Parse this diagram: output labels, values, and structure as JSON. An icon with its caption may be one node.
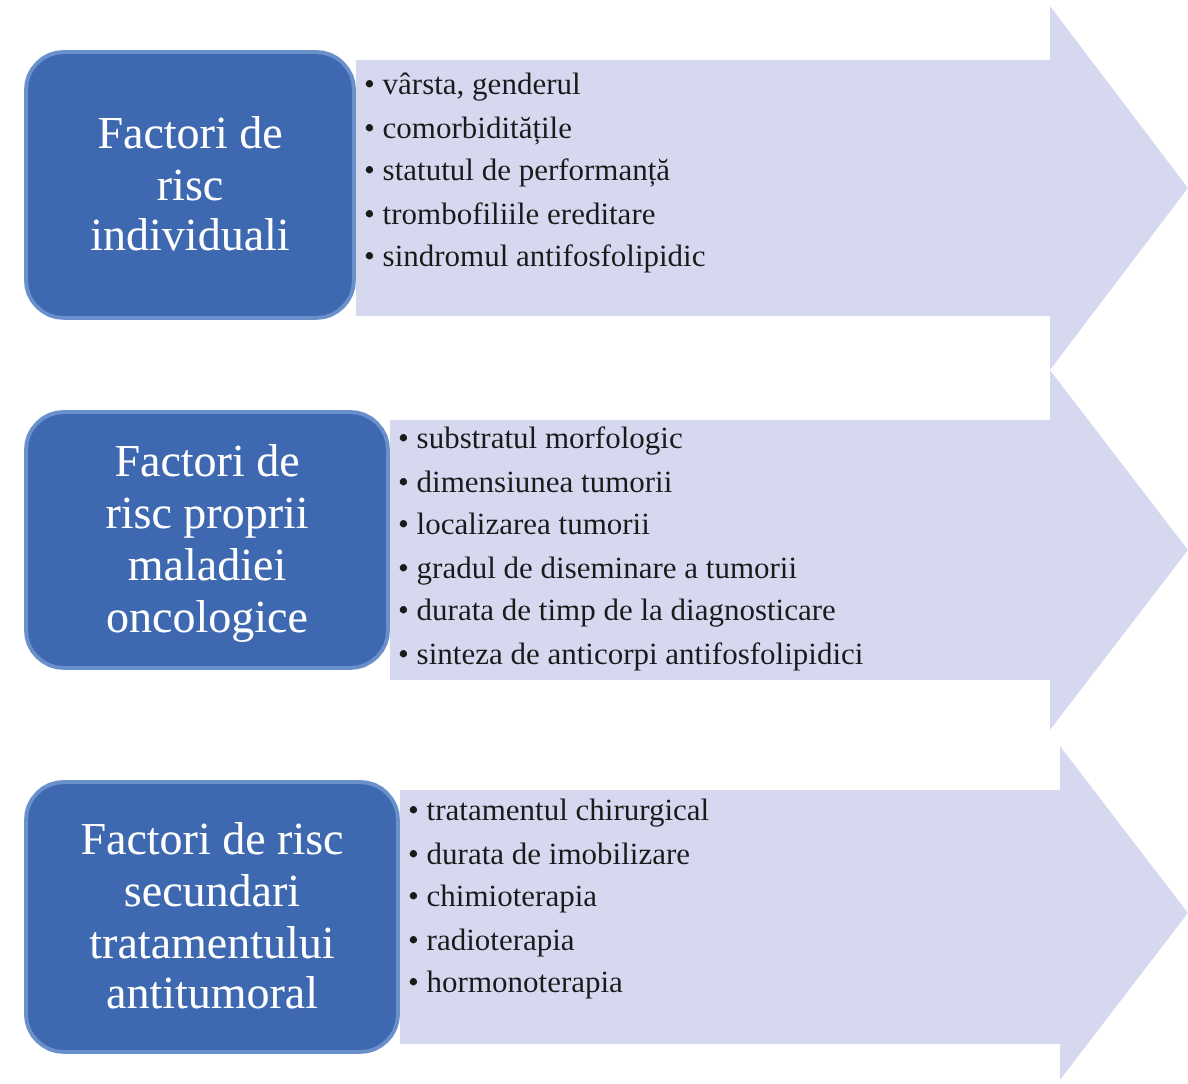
{
  "diagram": {
    "nodes": [
      {
        "text": [
          "Factori de risc individuali"
        ]
      },
      {
        "text": [
          "• vârsta, genderul",
          "• comorbiditățile",
          "• statutul de performanță",
          "• trombofiliile ereditare",
          "• sindromul antifosfolipidic"
        ]
      },
      {
        "text": [
          "Factori de risc proprii maladiei oncologice"
        ]
      },
      {
        "text": [
          "• substratul morfologic",
          "• dimensiunea tumorii",
          "• localizarea tumorii",
          "• gradul de diseminare a tumorii",
          "• durata de timp de la diagnosticare",
          "• sinteza de anticorpi antifosfolipidici"
        ]
      },
      {
        "text": [
          "Factori de risc secundari tratamentului antitumoral"
        ]
      },
      {
        "text": [
          "• tratamentul chirurgical",
          "• durata de imobilizare",
          "• chimioterapia",
          "• radioterapia",
          "• hormonoterapia"
        ]
      }
    ]
  }
}
